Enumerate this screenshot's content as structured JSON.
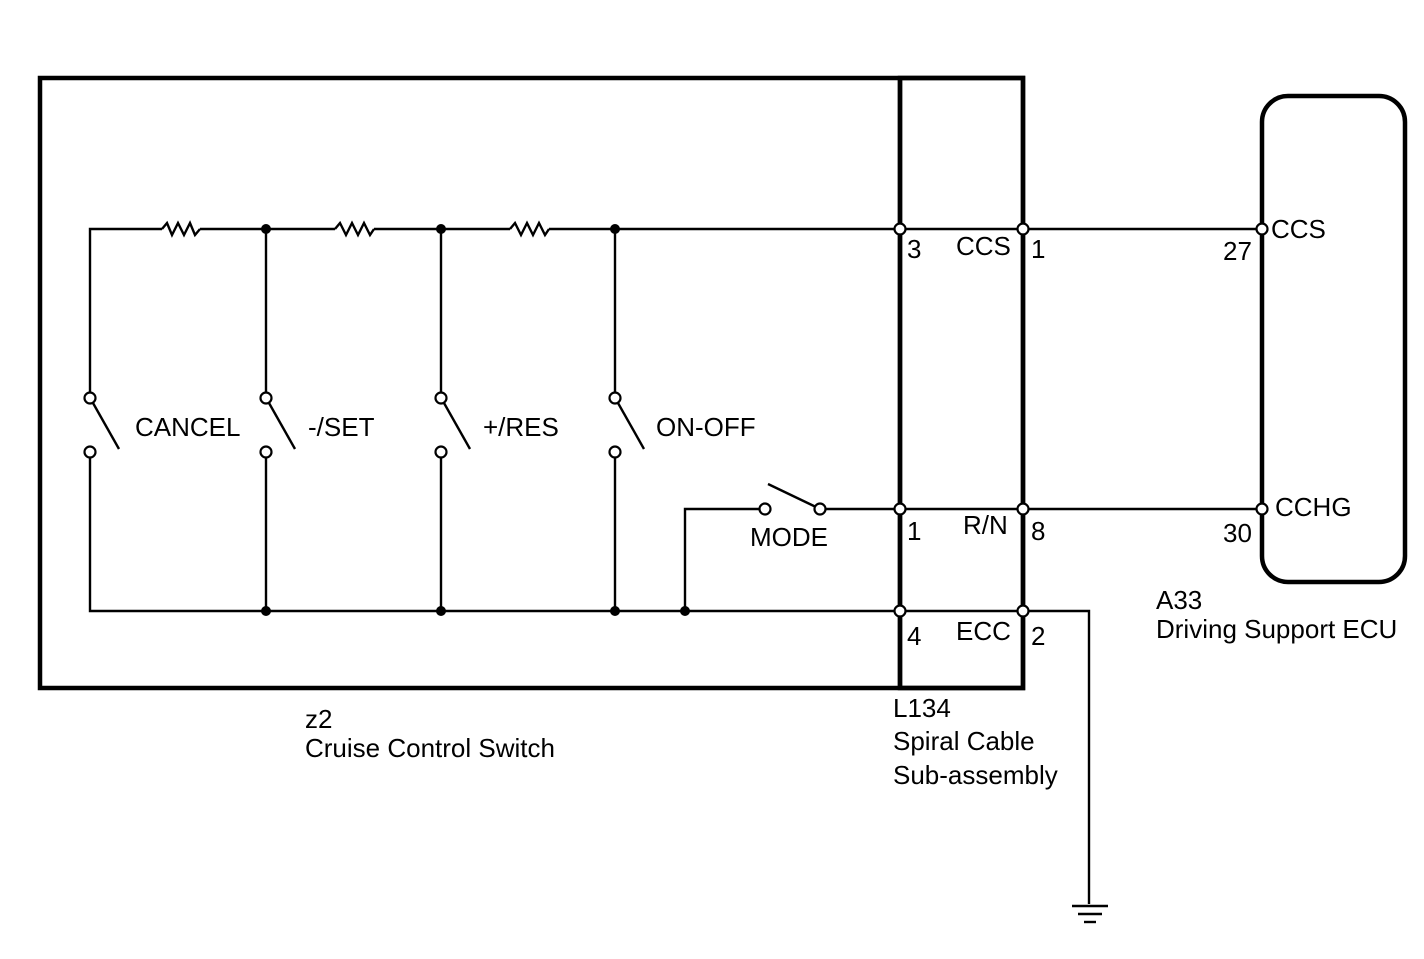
{
  "switches": [
    {
      "label": "CANCEL"
    },
    {
      "label": "-/SET"
    },
    {
      "label": "+/RES"
    },
    {
      "label": "ON-OFF"
    },
    {
      "label": "MODE"
    }
  ],
  "spiral_cable": {
    "ref": "L134",
    "name_line1": "Spiral Cable",
    "name_line2": "Sub-assembly",
    "pins_left": [
      "3",
      "1",
      "4"
    ],
    "signals": [
      "CCS",
      "R/N",
      "ECC"
    ],
    "pins_right": [
      "1",
      "8",
      "2"
    ]
  },
  "cruise_switch": {
    "ref": "z2",
    "name": "Cruise Control Switch"
  },
  "ecu": {
    "ref": "A33",
    "name": "Driving Support ECU",
    "pins": [
      "27",
      "30"
    ],
    "signals": [
      "CCS",
      "CCHG"
    ]
  }
}
